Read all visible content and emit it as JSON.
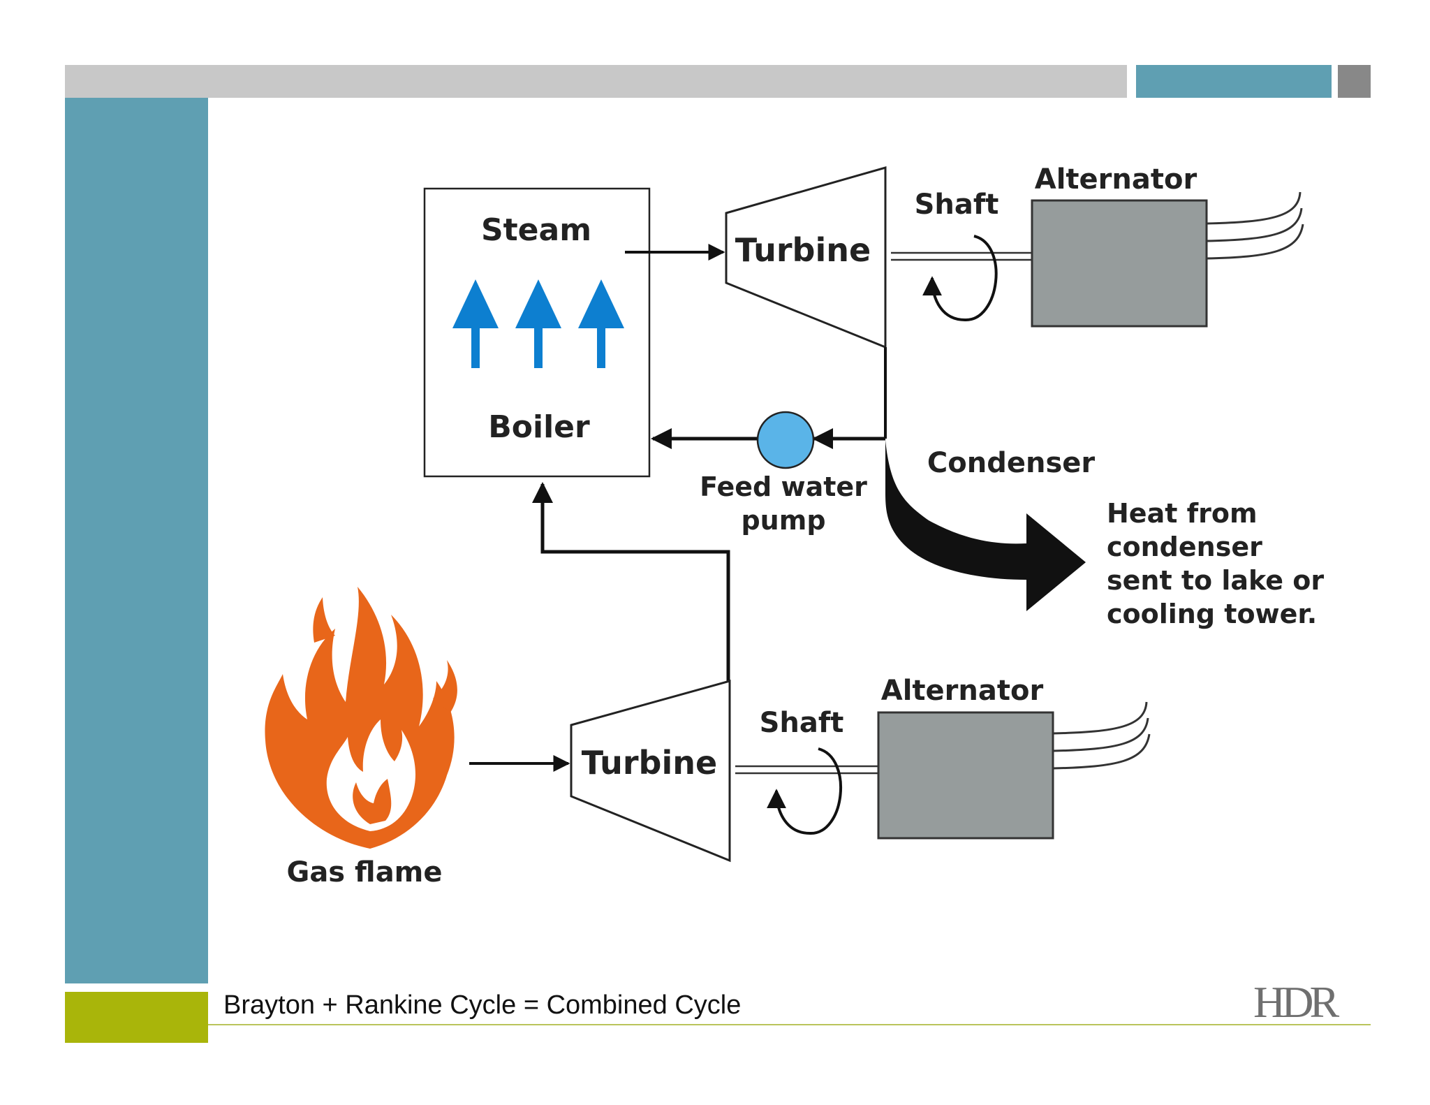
{
  "diagram": {
    "boiler_steam": "Steam",
    "boiler_label": "Boiler",
    "turbine_top": "Turbine",
    "turbine_bottom": "Turbine",
    "shaft_top": "Shaft",
    "shaft_bottom": "Shaft",
    "alternator_top": "Alternator",
    "alternator_bottom": "Alternator",
    "pump_line1": "Feed water",
    "pump_line2": "pump",
    "condenser": "Condenser",
    "heat_line1": "Heat from",
    "heat_line2": "condenser",
    "heat_line3": "sent to lake or",
    "heat_line4": "cooling tower.",
    "gas_flame": "Gas flame"
  },
  "footer": {
    "caption": "Brayton + Rankine Cycle = Combined Cycle",
    "logo": "HDR"
  },
  "colors": {
    "teal": "#5f9fb2",
    "green": "#a9b50a",
    "steam_arrows": "#0d7fd0",
    "pump": "#5ab4e8",
    "alternator": "#969c9c",
    "flame": "#e8661a"
  }
}
